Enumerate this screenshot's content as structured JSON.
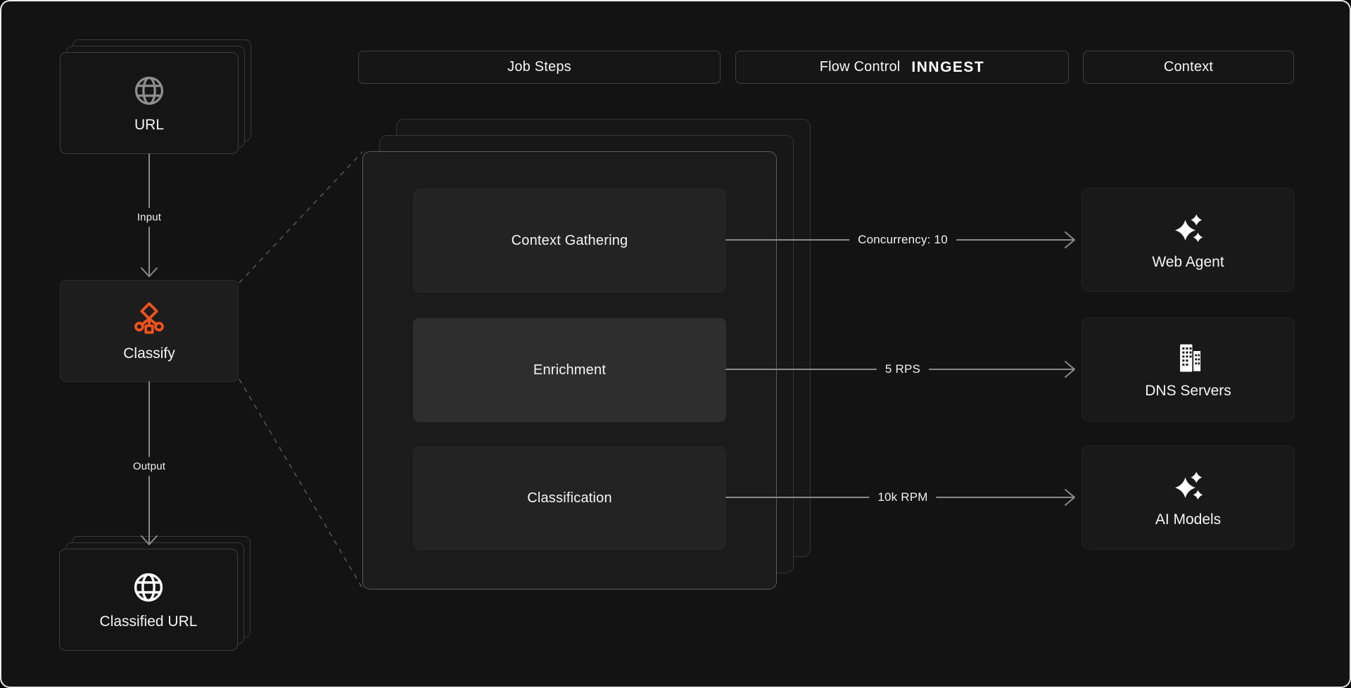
{
  "colors": {
    "background": "#131313",
    "accent_orange": "#f0521c",
    "line_gray": "#8a8a8a",
    "text": "#f2f2f2"
  },
  "headers": [
    {
      "label": "Job Steps"
    },
    {
      "label": "Flow Control",
      "logo": "INNGEST"
    },
    {
      "label": "Context"
    }
  ],
  "pipeline": {
    "source": {
      "label": "URL",
      "icon": "globe-icon"
    },
    "input_edge": {
      "label": "Input"
    },
    "classifier": {
      "label": "Classify",
      "icon": "classify-branch-icon"
    },
    "output_edge": {
      "label": "Output"
    },
    "result": {
      "label": "Classified URL",
      "icon": "globe-icon"
    }
  },
  "steps": [
    {
      "label": "Context Gathering"
    },
    {
      "label": "Enrichment"
    },
    {
      "label": "Classification"
    }
  ],
  "flow_controls": [
    {
      "label": "Concurrency: 10"
    },
    {
      "label": "5 RPS"
    },
    {
      "label": "10k RPM"
    }
  ],
  "services": [
    {
      "label": "Web Agent",
      "icon": "sparkles-icon"
    },
    {
      "label": "DNS Servers",
      "icon": "buildings-icon"
    },
    {
      "label": "AI Models",
      "icon": "sparkles-icon"
    }
  ]
}
